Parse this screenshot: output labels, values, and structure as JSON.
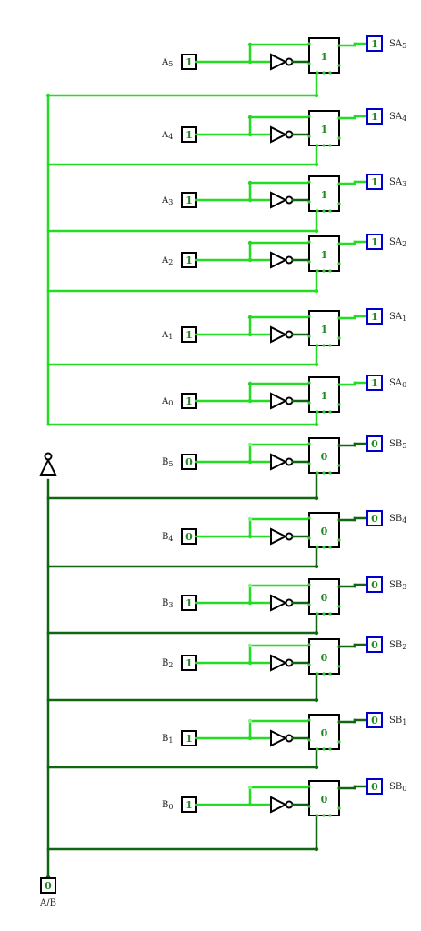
{
  "colors": {
    "wire_on": "#22dd22",
    "wire_on_dot": "#33cc33",
    "wire_off": "#116611",
    "gate_stroke": "#000000",
    "pin_stroke": "#000000",
    "out_stroke": "#0000cc",
    "value_text": "#228822",
    "label_text": "#222222"
  },
  "control": {
    "label": "A/B",
    "value": "0",
    "icon": "not-gate-icon"
  },
  "rows": [
    {
      "in_label": "A5",
      "in_value": "1",
      "mux_value": "1",
      "out_label": "SA5",
      "out_value": "1",
      "active": true
    },
    {
      "in_label": "A4",
      "in_value": "1",
      "mux_value": "1",
      "out_label": "SA4",
      "out_value": "1",
      "active": true
    },
    {
      "in_label": "A3",
      "in_value": "1",
      "mux_value": "1",
      "out_label": "SA3",
      "out_value": "1",
      "active": true
    },
    {
      "in_label": "A2",
      "in_value": "1",
      "mux_value": "1",
      "out_label": "SA2",
      "out_value": "1",
      "active": true
    },
    {
      "in_label": "A1",
      "in_value": "1",
      "mux_value": "1",
      "out_label": "SA1",
      "out_value": "1",
      "active": true
    },
    {
      "in_label": "A0",
      "in_value": "1",
      "mux_value": "1",
      "out_label": "SA0",
      "out_value": "1",
      "active": true
    },
    {
      "in_label": "B5",
      "in_value": "0",
      "mux_value": "0",
      "out_label": "SB5",
      "out_value": "0",
      "active": false
    },
    {
      "in_label": "B4",
      "in_value": "0",
      "mux_value": "0",
      "out_label": "SB4",
      "out_value": "0",
      "active": false
    },
    {
      "in_label": "B3",
      "in_value": "1",
      "mux_value": "0",
      "out_label": "SB3",
      "out_value": "0",
      "active": false
    },
    {
      "in_label": "B2",
      "in_value": "1",
      "mux_value": "0",
      "out_label": "SB2",
      "out_value": "0",
      "active": false
    },
    {
      "in_label": "B1",
      "in_value": "1",
      "mux_value": "0",
      "out_label": "SB1",
      "out_value": "0",
      "active": false
    },
    {
      "in_label": "B0",
      "in_value": "1",
      "mux_value": "0",
      "out_label": "SB0",
      "out_value": "0",
      "active": false
    }
  ]
}
